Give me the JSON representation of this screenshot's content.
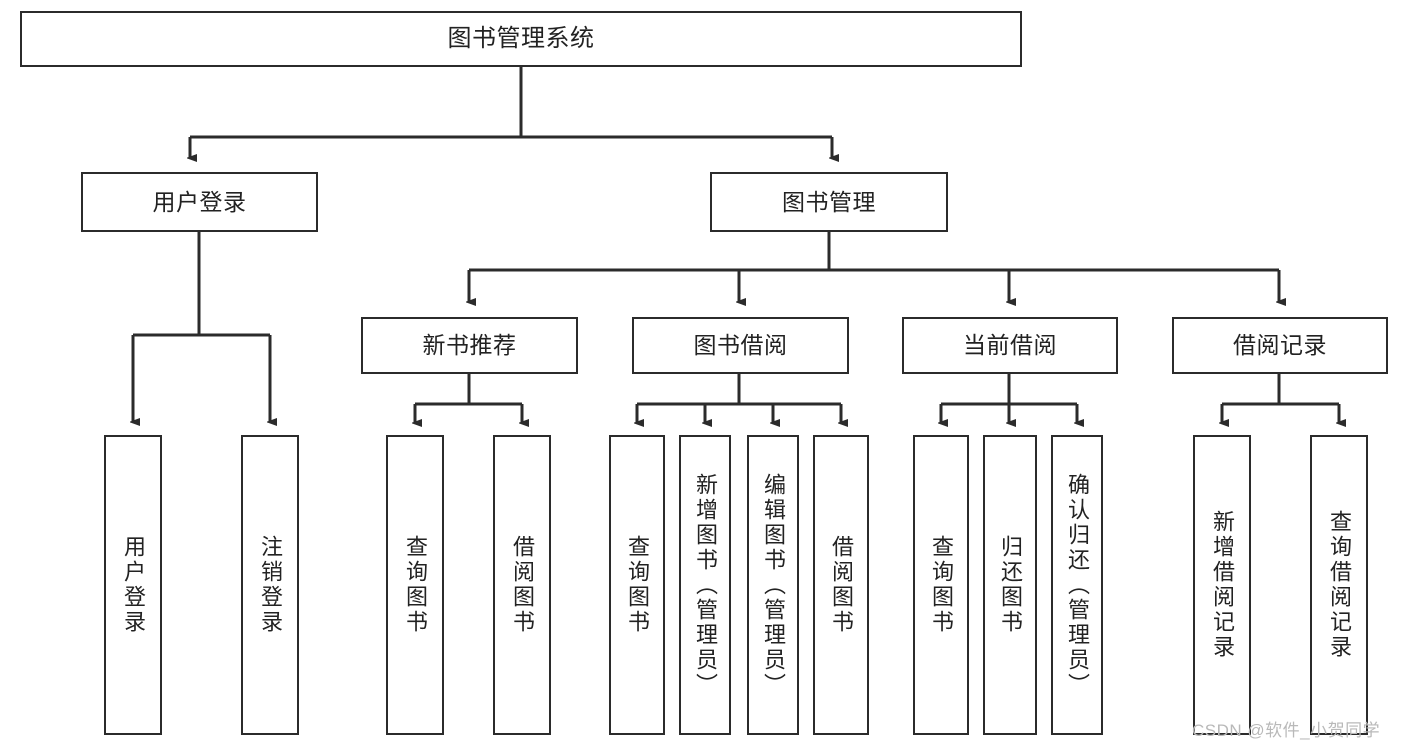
{
  "diagram": {
    "title": "图书管理系统",
    "type": "hierarchy-tree",
    "root": {
      "label": "图书管理系统"
    },
    "level1": [
      {
        "label": "用户登录"
      },
      {
        "label": "图书管理"
      }
    ],
    "level2": [
      {
        "label": "新书推荐"
      },
      {
        "label": "图书借阅"
      },
      {
        "label": "当前借阅"
      },
      {
        "label": "借阅记录"
      }
    ],
    "leaves": {
      "user_login": [
        {
          "label": "用户登录"
        },
        {
          "label": "注销登录"
        }
      ],
      "new_book_recommend": [
        {
          "label": "查询图书"
        },
        {
          "label": "借阅图书"
        }
      ],
      "book_borrow": [
        {
          "label": "查询图书"
        },
        {
          "label": "新增图书（管理员）"
        },
        {
          "label": "编辑图书（管理员）"
        },
        {
          "label": "借阅图书"
        }
      ],
      "current_borrow": [
        {
          "label": "查询图书"
        },
        {
          "label": "归还图书"
        },
        {
          "label": "确认归还（管理员）"
        }
      ],
      "borrow_record": [
        {
          "label": "新增借阅记录"
        },
        {
          "label": "查询借阅记录"
        }
      ]
    }
  },
  "watermark": {
    "text": "CSDN @软件_小贺同学"
  },
  "colors": {
    "line": "#2b2b2b",
    "text": "#222222",
    "background": "#ffffff",
    "watermark": "#b9b9b9"
  }
}
